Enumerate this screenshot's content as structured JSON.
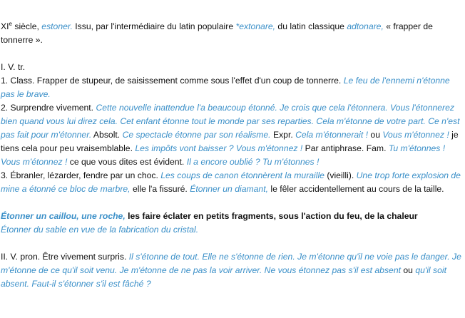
{
  "etymology": {
    "century": "XI",
    "century_suffix": "e",
    "siecle": " siècle, ",
    "form_estoner": "estoner.",
    "issu": " Issu, par l'intermédiaire du latin populaire ",
    "form_extonare": "*extonare,",
    "latin_classique": " du latin classique ",
    "form_adtonare": "adtonare,",
    "meaning": " « frapper de tonnerre »."
  },
  "section1": {
    "heading": "I. V. tr.",
    "sense1": {
      "text": "1. Class. Frapper de stupeur, de saisissement comme sous l'effet d'un coup de tonnerre. ",
      "example": "Le feu de l'ennemi n'étonne pas le brave."
    },
    "sense2": {
      "text": "2. Surprendre vivement. ",
      "examples": "Cette nouvelle inattendue l'a beaucoup étonné. Je crois que cela l'étonnera. Vous l'étonnerez bien quand vous lui direz cela. Cet enfant étonne tout le monde par ses reparties. Cela m'étonne de votre part. Ce n'est pas fait pour m'étonner.",
      "absolt": " Absolt. ",
      "absolt_example": "Ce spectacle étonne par son réalisme.",
      "expr": " Expr. ",
      "expr_example1": "Cela m'étonnerait !",
      "ou": " ou ",
      "expr_example2": "Vous m'étonnez !",
      "expr_gloss": " je tiens cela pour peu vraisemblable. ",
      "impots_example": "Les impôts vont baisser ? Vous m'étonnez !",
      "antiphrase": " Par antiphrase. Fam. ",
      "antiphrase_example": "Tu m'étonnes ! Vous m'étonnez !",
      "antiphrase_gloss": " ce que vous dites est évident. ",
      "oublie_example": "Il a encore oublié ? Tu m'étonnes !"
    },
    "sense3": {
      "text": "3. Ébranler, lézarder, fendre par un choc. ",
      "example1": "Les coups de canon étonnèrent la muraille",
      "vieilli": " (vieilli). ",
      "example2": "Une trop forte explosion de mine a étonné ce bloc de marbre,",
      "fissure": " elle l'a fissuré. ",
      "example3": "Étonner un diamant,",
      "feler": " le fêler accidentellement au cours de la taille."
    }
  },
  "highlight": {
    "term": "Étonner un caillou, une roche,",
    "definition": " les faire éclater en petits fragments, sous l'action du feu, de la chaleur",
    "example": "Étonner du sable en vue de la fabrication du cristal."
  },
  "section2": {
    "text": "II. V. pron. Être vivement surpris. ",
    "examples": "Il s'étonne de tout. Elle ne s'étonne de rien. Je m'étonne qu'il ne voie pas le danger. Je m'étonne de ce qu'il soit venu. Je m'étonne de ne pas la voir arriver. Ne vous étonnez pas s'il est absent",
    "ou": " ou ",
    "example_end": "qu'il soit absent. Faut-il s'étonner s'il est fâché ?"
  },
  "colors": {
    "text": "#111111",
    "example": "#3a8fc8",
    "background": "#ffffff"
  }
}
